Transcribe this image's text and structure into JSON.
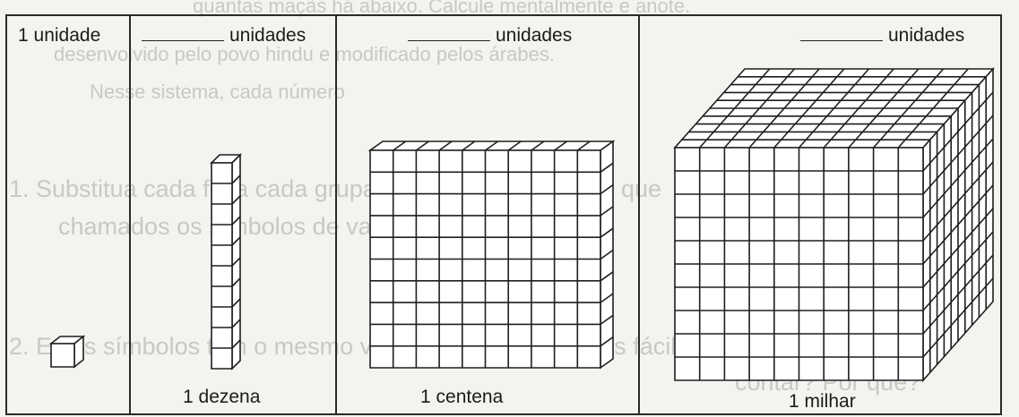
{
  "columns": [
    {
      "header": "1 unidade",
      "caption": ""
    },
    {
      "header": "unidades",
      "caption": "1 dezena"
    },
    {
      "header": "unidades",
      "caption": "1 centena"
    },
    {
      "header": "unidades",
      "caption": "1 milhar"
    }
  ]
}
